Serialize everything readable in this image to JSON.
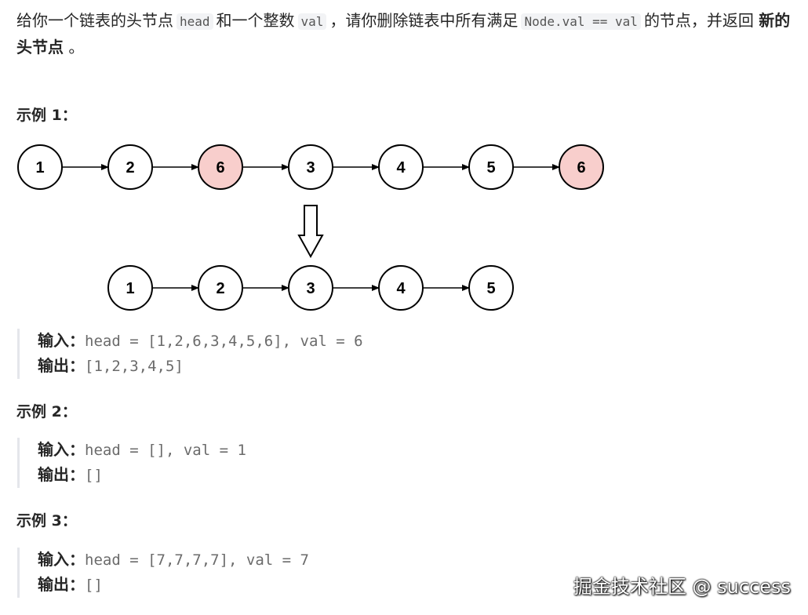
{
  "description": {
    "t1": "给你一个链表的头节点",
    "c1": "head",
    "t2": "和一个整数",
    "c2": "val",
    "t3": "，请你删除链表中所有满足",
    "c3": "Node.val == val",
    "t4": "的节点，并返回",
    "bold": "新的头节点",
    "t5": "。"
  },
  "examples": [
    {
      "heading": "示例 1：",
      "input_label": "输入：",
      "input_value": "head = [1,2,6,3,4,5,6], val = 6",
      "output_label": "输出：",
      "output_value": "[1,2,3,4,5]"
    },
    {
      "heading": "示例 2：",
      "input_label": "输入：",
      "input_value": "head = [], val = 1",
      "output_label": "输出：",
      "output_value": "[]"
    },
    {
      "heading": "示例 3：",
      "input_label": "输入：",
      "input_value": "head = [7,7,7,7], val = 7",
      "output_label": "输出：",
      "output_value": "[]"
    }
  ],
  "diagram": {
    "before": [
      {
        "label": "1",
        "removed": false
      },
      {
        "label": "2",
        "removed": false
      },
      {
        "label": "6",
        "removed": true
      },
      {
        "label": "3",
        "removed": false
      },
      {
        "label": "4",
        "removed": false
      },
      {
        "label": "5",
        "removed": false
      },
      {
        "label": "6",
        "removed": true
      }
    ],
    "after": [
      {
        "label": "1"
      },
      {
        "label": "2"
      },
      {
        "label": "3"
      },
      {
        "label": "4"
      },
      {
        "label": "5"
      }
    ],
    "colors": {
      "removed_fill": "#f8cecc",
      "node_fill": "#ffffff",
      "stroke": "#000000"
    }
  },
  "watermark": "掘金技术社区 @ success"
}
